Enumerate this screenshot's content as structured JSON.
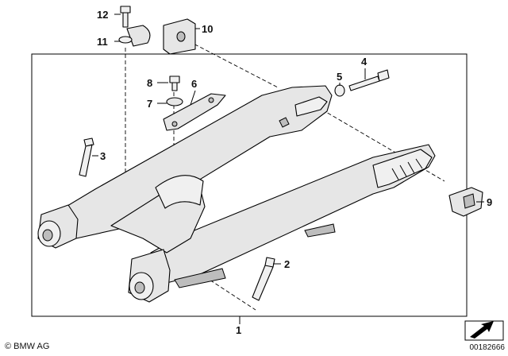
{
  "diagram": {
    "callouts": [
      {
        "id": "callout-1",
        "label": "1"
      },
      {
        "id": "callout-2",
        "label": "2"
      },
      {
        "id": "callout-3",
        "label": "3"
      },
      {
        "id": "callout-4",
        "label": "4"
      },
      {
        "id": "callout-5",
        "label": "5"
      },
      {
        "id": "callout-6",
        "label": "6"
      },
      {
        "id": "callout-7",
        "label": "7"
      },
      {
        "id": "callout-8",
        "label": "8"
      },
      {
        "id": "callout-9",
        "label": "9"
      },
      {
        "id": "callout-10",
        "label": "10"
      },
      {
        "id": "callout-11",
        "label": "11"
      },
      {
        "id": "callout-12",
        "label": "12"
      }
    ]
  },
  "footer": {
    "copyright": "© BMW AG",
    "doc_number": "00182666"
  }
}
